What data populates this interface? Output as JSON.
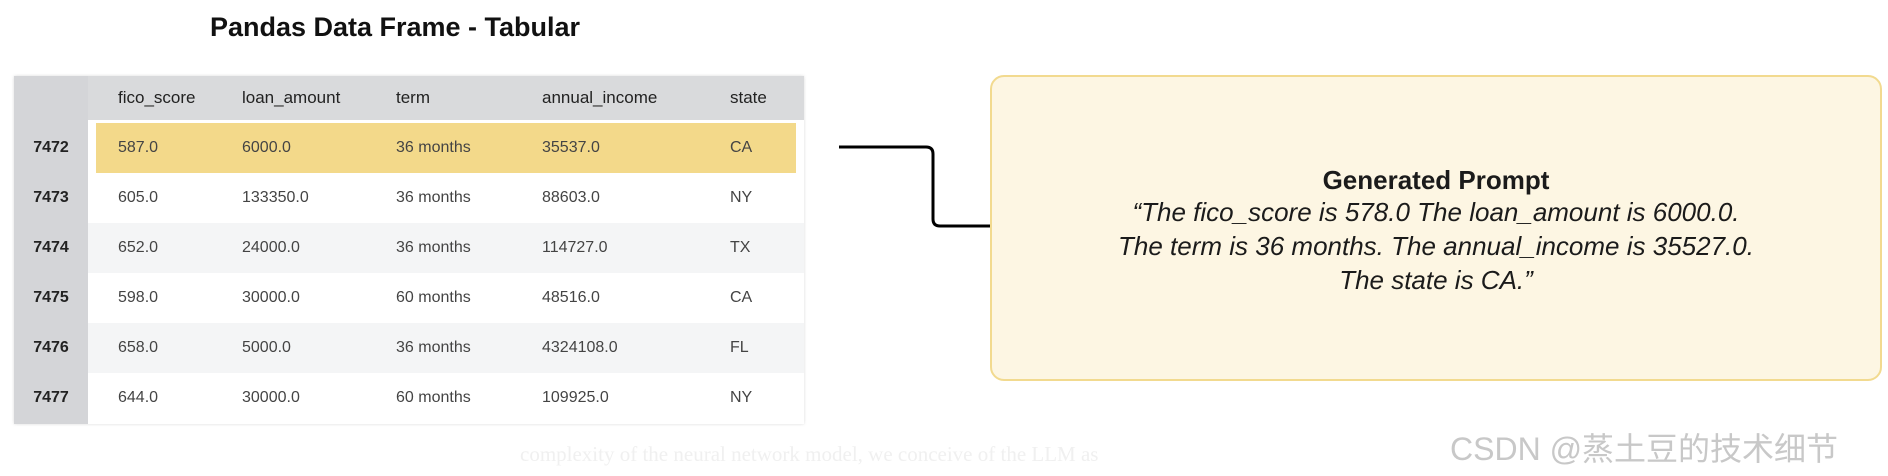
{
  "title": "Pandas Data Frame - Tabular",
  "table": {
    "columns": [
      "fico_score",
      "loan_amount",
      "term",
      "annual_income",
      "state"
    ],
    "rows": [
      {
        "index": "7472",
        "cells": [
          "587.0",
          "6000.0",
          "36 months",
          "35537.0",
          "CA"
        ],
        "highlighted": true
      },
      {
        "index": "7473",
        "cells": [
          "605.0",
          "133350.0",
          "36 months",
          "88603.0",
          "NY"
        ]
      },
      {
        "index": "7474",
        "cells": [
          "652.0",
          "24000.0",
          "36 months",
          "114727.0",
          "TX"
        ]
      },
      {
        "index": "7475",
        "cells": [
          "598.0",
          "30000.0",
          "60 months",
          "48516.0",
          "CA"
        ]
      },
      {
        "index": "7476",
        "cells": [
          "658.0",
          "5000.0",
          "36 months",
          "4324108.0",
          "FL"
        ]
      },
      {
        "index": "7477",
        "cells": [
          "644.0",
          "30000.0",
          "60 months",
          "109925.0",
          "NY"
        ]
      }
    ]
  },
  "prompt": {
    "title": "Generated Prompt",
    "text": "“The fico_score is 578.0 The loan_amount is 6000.0. The term is 36 months. The annual_income is 35527.0. The state is CA.”"
  },
  "colors": {
    "highlight": "#f3d98a",
    "box_bg": "#fdf6e3",
    "box_border": "#f2da8f"
  },
  "background_text": "complexity of the neural network model, we conceive of the LLM as",
  "watermark": "CSDN @蒸土豆的技术细节"
}
